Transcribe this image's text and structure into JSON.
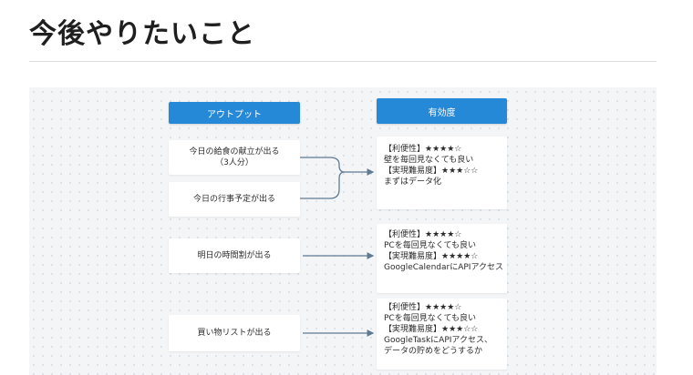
{
  "title": "今後やりたいこと",
  "diagram": {
    "headers": {
      "output": "アウトプット",
      "effectiveness": "有効度"
    },
    "outputs": [
      {
        "line1": "今日の給食の献立が出る",
        "line2": "（3人分）"
      },
      {
        "line1": "今日の行事予定が出る",
        "line2": ""
      },
      {
        "line1": "明日の時間割が出る",
        "line2": ""
      },
      {
        "line1": "買い物リストが出る",
        "line2": ""
      }
    ],
    "effects": [
      {
        "lines": [
          "【利便性】★★★★☆",
          "壁を毎回見なくても良い",
          "【実現難易度】★★★☆☆",
          "まずはデータ化"
        ]
      },
      {
        "lines": [
          "【利便性】★★★★☆",
          "PCを毎回見なくても良い",
          "【実現難易度】★★★★☆",
          "GoogleCalendarにAPIアクセス"
        ]
      },
      {
        "lines": [
          "【利便性】★★★★☆",
          "PCを毎回見なくても良い",
          "【実現難易度】★★★☆☆",
          "GoogleTaskにAPIアクセス、",
          "データの貯めをどうするか"
        ]
      }
    ],
    "colors": {
      "header_bg": "#2589d8",
      "arrow": "#5f7a92",
      "canvas_bg": "#f3f5f7"
    }
  }
}
